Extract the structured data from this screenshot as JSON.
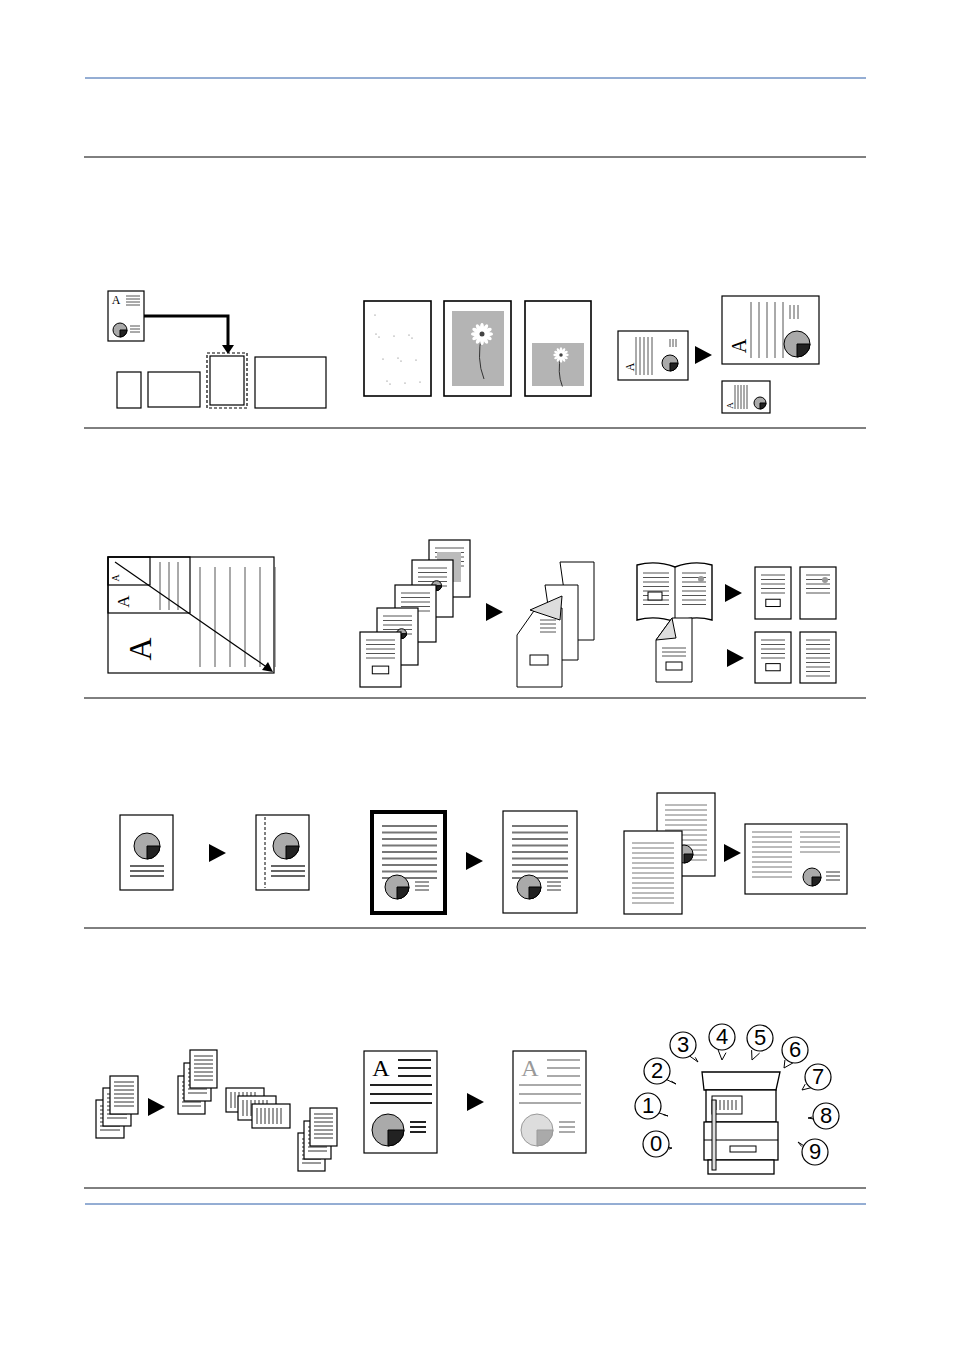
{
  "diagram": {
    "labels": [
      "A",
      "A",
      "A",
      "A",
      "A",
      "A",
      "A",
      "A",
      "A",
      "0",
      "1",
      "2",
      "3",
      "4",
      "5",
      "6",
      "7",
      "8",
      "9"
    ]
  }
}
